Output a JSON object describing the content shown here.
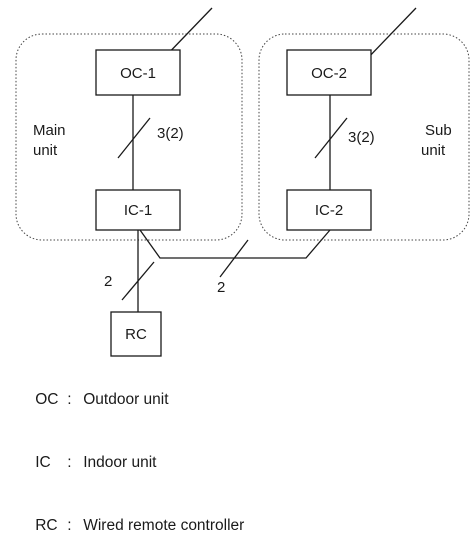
{
  "groups": {
    "main": {
      "label_line1": "Main",
      "label_line2": "unit"
    },
    "sub": {
      "label_line1": "Sub",
      "label_line2": "unit"
    }
  },
  "boxes": {
    "oc1": "OC-1",
    "oc2": "OC-2",
    "ic1": "IC-1",
    "ic2": "IC-2",
    "rc": "RC"
  },
  "wire_labels": {
    "oc1_ic1": "3(2)",
    "oc2_ic2": "3(2)",
    "ic1_rc": "2",
    "ic1_ic2": "2"
  },
  "legend": [
    {
      "abbr": "OC",
      "sep": ":",
      "text": "Outdoor unit"
    },
    {
      "abbr": "IC",
      "sep": ":",
      "text": "Indoor unit"
    },
    {
      "abbr": "RC",
      "sep": ":",
      "text": "Wired remote controller"
    }
  ]
}
